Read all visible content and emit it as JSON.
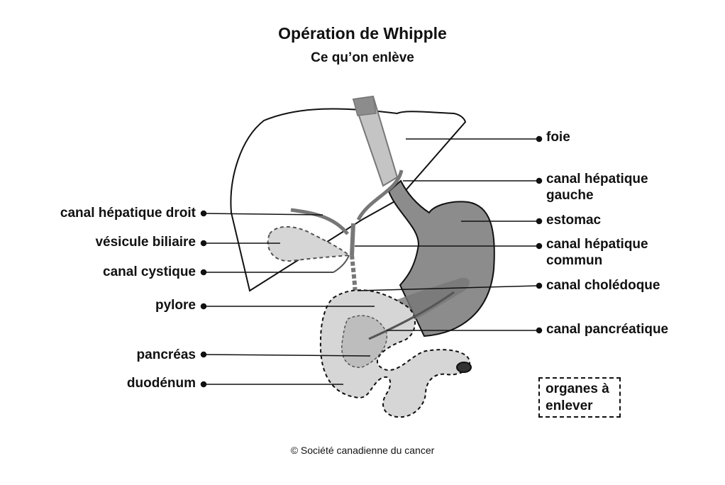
{
  "title": "Opération de Whipple",
  "subtitle": "Ce qu’on enlève",
  "labels_right": {
    "foie": "foie",
    "canal_hepatique_gauche": "canal hépatique gauche",
    "estomac": "estomac",
    "canal_hepatique_commun": "canal hépatique commun",
    "canal_choledoque": "canal cholédoque",
    "canal_pancreatique": "canal pancréatique"
  },
  "labels_left": {
    "canal_hepatique_droit": "canal hépatique droit",
    "vesicule_biliaire": "vésicule biliaire",
    "canal_cystique": "canal cystique",
    "pylore": "pylore",
    "pancreas": "pancréas",
    "duodenum": "duodénum"
  },
  "legend": "organes à enlever",
  "copyright": "© Société canadienne du cancer",
  "colors": {
    "outline": "#111111",
    "stomach": "#8c8c8c",
    "removed_fill": "#d6d6d6",
    "duct": "#c4c4c4",
    "dark_duct": "#777777"
  }
}
